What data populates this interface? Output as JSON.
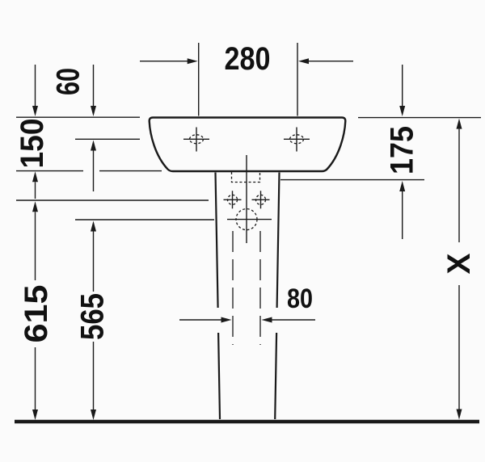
{
  "drawing": {
    "background_color": "#fbfbfb",
    "line_color": "#1a1a1a",
    "dimensions": {
      "tap_hole_spacing": "280",
      "rim_to_tap_holes": "60",
      "rim_to_basin_edge": "150",
      "rim_to_underside": "175",
      "floor_to_fixing_holes": "615",
      "floor_to_drain_center": "565",
      "cavity_width": "80",
      "floor_to_rim": "X"
    }
  }
}
